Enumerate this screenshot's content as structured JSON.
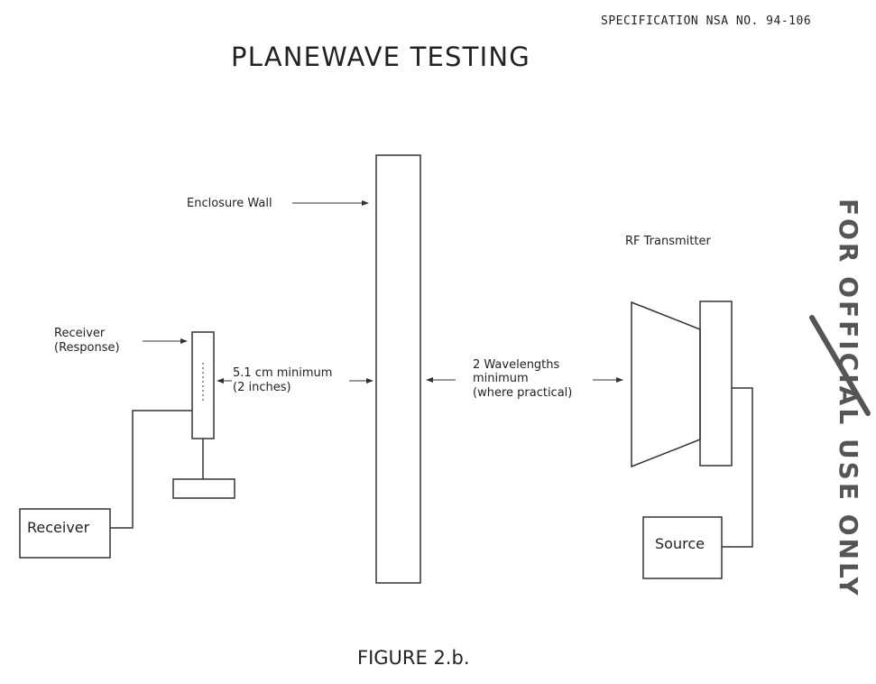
{
  "header": {
    "spec": "SPECIFICATION  NSA NO. 94-106",
    "title": "PLANEWAVE TESTING"
  },
  "labels": {
    "enclosure_wall": "Enclosure Wall",
    "rf_transmitter": "RF Transmitter",
    "receiver_response_line1": "Receiver",
    "receiver_response_line2": "(Response)",
    "distance_line1": "5.1 cm minimum",
    "distance_line2": "(2 inches)",
    "wavelengths_line1": "2 Wavelengths",
    "wavelengths_line2": "minimum",
    "wavelengths_line3": "(where practical)",
    "receiver_box": "Receiver",
    "source_box": "Source"
  },
  "caption": "FIGURE 2.b.",
  "stamp": "FOR OFFICIAL USE ONLY"
}
